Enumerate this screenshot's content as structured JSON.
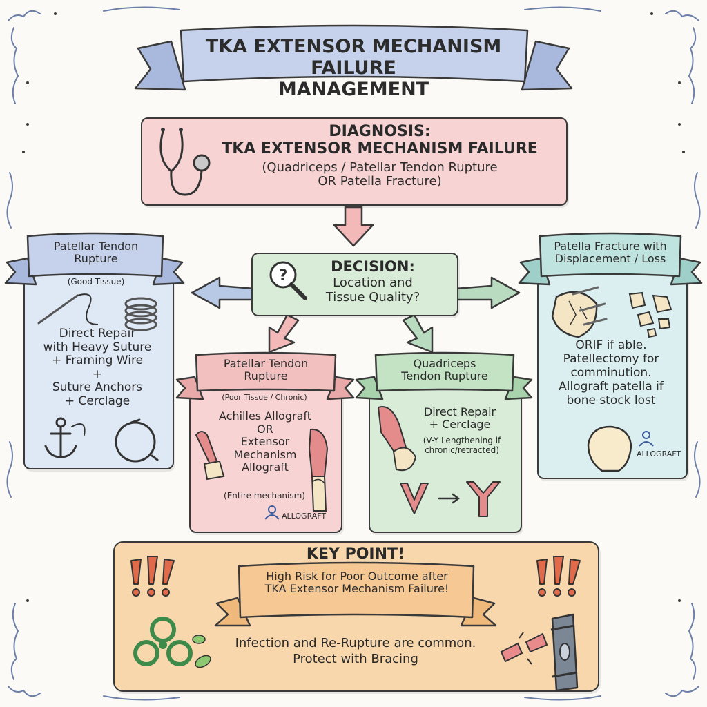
{
  "title": [
    "TKA EXTENSOR MECHANISM FAILURE",
    "MANAGEMENT"
  ],
  "diagnosis": {
    "heading": "DIAGNOSIS:",
    "line1": "TKA EXTENSOR MECHANISM FAILURE",
    "line2": "(Quadriceps / Patellar Tendon Rupture",
    "line3": "OR Patella Fracture)"
  },
  "decision": {
    "heading": "DECISION:",
    "line1": "Location and",
    "line2": "Tissue Quality?"
  },
  "left_panel": {
    "banner": [
      "Patellar Tendon",
      "Rupture"
    ],
    "subtitle": "(Good Tissue)",
    "body": [
      "Direct Repair",
      "with Heavy Suture",
      "+ Framing Wire",
      "+",
      "Suture Anchors",
      "+ Cerclage"
    ]
  },
  "right_panel": {
    "banner": [
      "Patella Fracture with",
      "Displacement / Loss"
    ],
    "body": [
      "ORIF if able.",
      "Patellectomy for",
      "comminution.",
      "Allograft patella if",
      "bone stock lost"
    ],
    "tag": "ALLOGRAFT"
  },
  "mid_left_panel": {
    "banner": [
      "Patellar Tendon",
      "Rupture"
    ],
    "subtitle": "(Poor Tissue / Chronic)",
    "body": [
      "Achilles Allograft",
      "OR",
      "Extensor",
      "Mechanism",
      "Allograft"
    ],
    "note": "(Entire mechanism)",
    "tag": "ALLOGRAFT"
  },
  "mid_right_panel": {
    "banner": [
      "Quadriceps",
      "Tendon Rupture"
    ],
    "body": [
      "Direct Repair",
      "+ Cerclage"
    ],
    "note": [
      "(V-Y Lengthening if",
      "chronic/retracted)"
    ]
  },
  "key_point": {
    "heading": "KEY POINT!",
    "banner": [
      "High Risk for Poor Outcome after",
      "TKA Extensor Mechanism Failure!"
    ],
    "body": [
      "Infection and Re-Rupture are common.",
      "Protect with Bracing"
    ]
  },
  "colors": {
    "title_blue": "#c6d2ec",
    "pink": "#f7d3d3",
    "green": "#d9ecd8",
    "light_blue": "#dfe8f5",
    "light_cyan": "#dceff0",
    "orange": "#f9d7ad",
    "arrow_pink": "#f3b8b8",
    "arrow_blue": "#b8c9e6",
    "arrow_green": "#b9dcc0"
  },
  "icons": [
    "stethoscope-icon",
    "magnifier-question-icon",
    "needle-icon",
    "wire-coil-icon",
    "anchor-icon",
    "cerclage-ring-icon",
    "patella-fracture-icon",
    "bone-fragments-icon",
    "allograft-patella-icon",
    "allograft-person-icon",
    "achilles-allograft-icon",
    "knee-muscle-icon",
    "quadriceps-icon",
    "v-y-lengthening-icon",
    "exclamation-icon",
    "biohazard-icon",
    "bacteria-icon",
    "rupture-icon",
    "knee-brace-icon"
  ]
}
